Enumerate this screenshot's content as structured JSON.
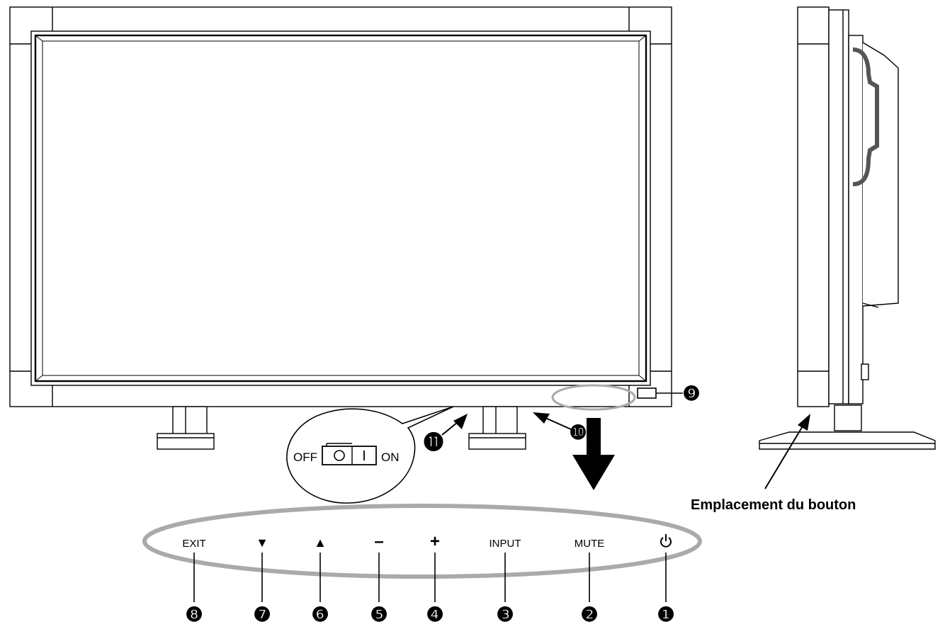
{
  "power_switch": {
    "off_label": "OFF",
    "on_label": "ON"
  },
  "side_view": {
    "caption": "Emplacement du bouton"
  },
  "control_panel": {
    "buttons": [
      {
        "label": "EXIT",
        "marker": "❽"
      },
      {
        "label": "▼",
        "marker": "❼"
      },
      {
        "label": "▲",
        "marker": "❻"
      },
      {
        "label": "–",
        "marker": "❺"
      },
      {
        "label": "+",
        "marker": "❹"
      },
      {
        "label": "INPUT",
        "marker": "❸"
      },
      {
        "label": "MUTE",
        "marker": "❷"
      },
      {
        "label": "",
        "icon": "power-icon",
        "marker": "❶"
      }
    ]
  },
  "callouts": {
    "remote_sensor": "❾",
    "main_power_switch": "⓫",
    "control_buttons_area": "❿"
  }
}
